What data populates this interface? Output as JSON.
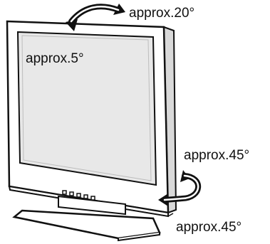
{
  "diagram": {
    "labels": {
      "top_tilt": "approx.20°",
      "screen_tilt": "approx.5°",
      "swivel_upper": "approx.45°",
      "swivel_lower": "approx.45°"
    },
    "colors": {
      "stroke": "#111111",
      "screen": "#e8e8e8",
      "bezel": "#ffffff",
      "shadow": "#b8b8b8",
      "background": "#ffffff"
    }
  }
}
